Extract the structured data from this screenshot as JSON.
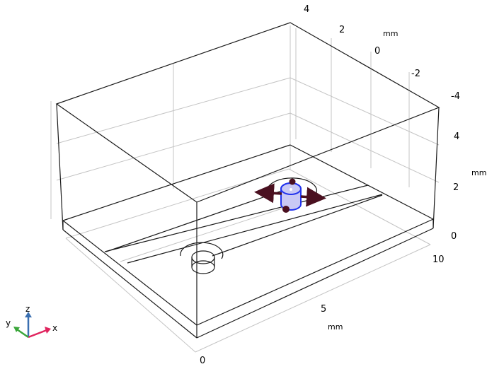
{
  "axes": {
    "x_ticks": [
      "0",
      "5",
      "10"
    ],
    "x_unit": "mm",
    "y_ticks": [
      "4",
      "2",
      "0",
      "-2",
      "-4"
    ],
    "y_unit": "mm",
    "z_ticks": [
      "4",
      "2",
      "0"
    ],
    "z_unit": "mm"
  },
  "triad": {
    "x_label": "x",
    "y_label": "y",
    "z_label": "z",
    "x_color": "#e0245e",
    "y_color": "#3aa63a",
    "z_color": "#3a6fb0"
  },
  "colors": {
    "selection": "#2233ee",
    "arrow": "#4a1020",
    "frame": "#1a1a1a",
    "grid": "#bfbfbf"
  }
}
